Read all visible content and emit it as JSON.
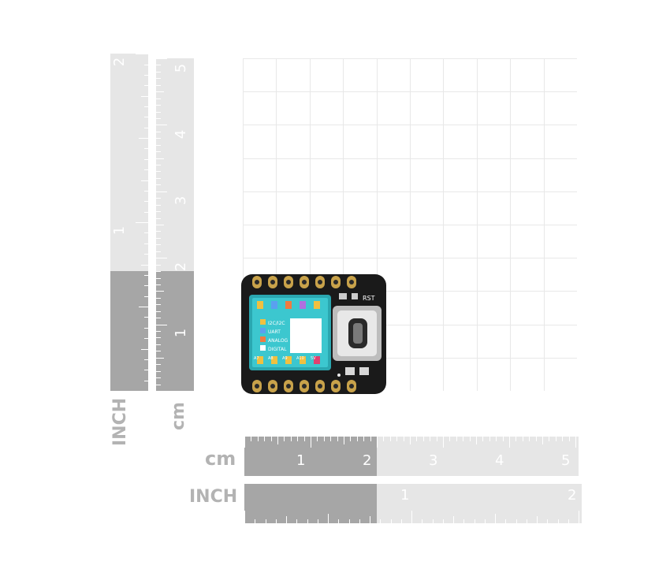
{
  "vertical_inch_ruler": {
    "unit_label": "INCH",
    "numbers": [
      "2",
      "1"
    ]
  },
  "vertical_cm_ruler": {
    "unit_label": "cm",
    "numbers": [
      "5",
      "4",
      "3",
      "2",
      "1"
    ]
  },
  "horizontal_cm_ruler": {
    "unit_label": "cm",
    "numbers": [
      "1",
      "2",
      "3",
      "4",
      "5"
    ]
  },
  "horizontal_inch_ruler": {
    "unit_label": "INCH",
    "numbers": [
      "1",
      "2"
    ]
  },
  "board": {
    "reset_label": "RST",
    "legend": [
      "I2C/I2C",
      "UART",
      "ANALOG",
      "DIGITAL"
    ],
    "pin_labels": [
      "A7",
      "A8",
      "A9",
      "A10",
      "5V"
    ]
  },
  "colors": {
    "ruler_light": "#e6e6e6",
    "ruler_dark": "#a6a6a6",
    "label_gray": "#b3b3b3",
    "grid_line": "#e8e8e8",
    "board_black": "#1a1a1a",
    "gold": "#c8a24a",
    "chip_teal": "#3cc7cf"
  }
}
